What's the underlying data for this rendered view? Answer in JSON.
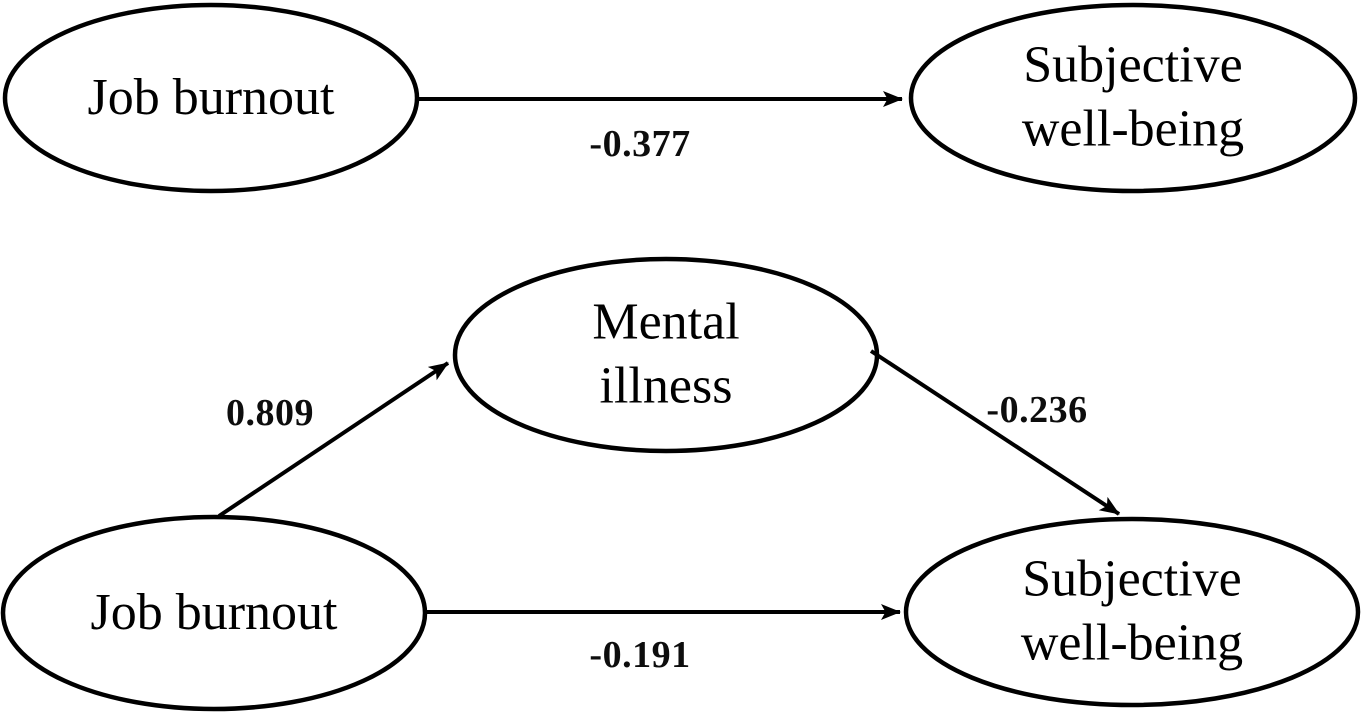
{
  "figure": {
    "background_color": "#ffffff",
    "line_color": "#000000",
    "panels": {
      "total_effect_model": {
        "nodes": {
          "job_burnout": "Job burnout",
          "subjective_well_being": "Subjective\nwell-being"
        },
        "edges": {
          "total_effect": "-0.377"
        }
      },
      "mediation_model": {
        "nodes": {
          "job_burnout": "Job burnout",
          "mental_illness": "Mental\nillness",
          "subjective_well_being": "Subjective\nwell-being"
        },
        "edges": {
          "burnout_to_mental_illness": "0.809",
          "mental_illness_to_well_being": "-0.236",
          "burnout_to_well_being_direct": "-0.191"
        }
      }
    }
  }
}
